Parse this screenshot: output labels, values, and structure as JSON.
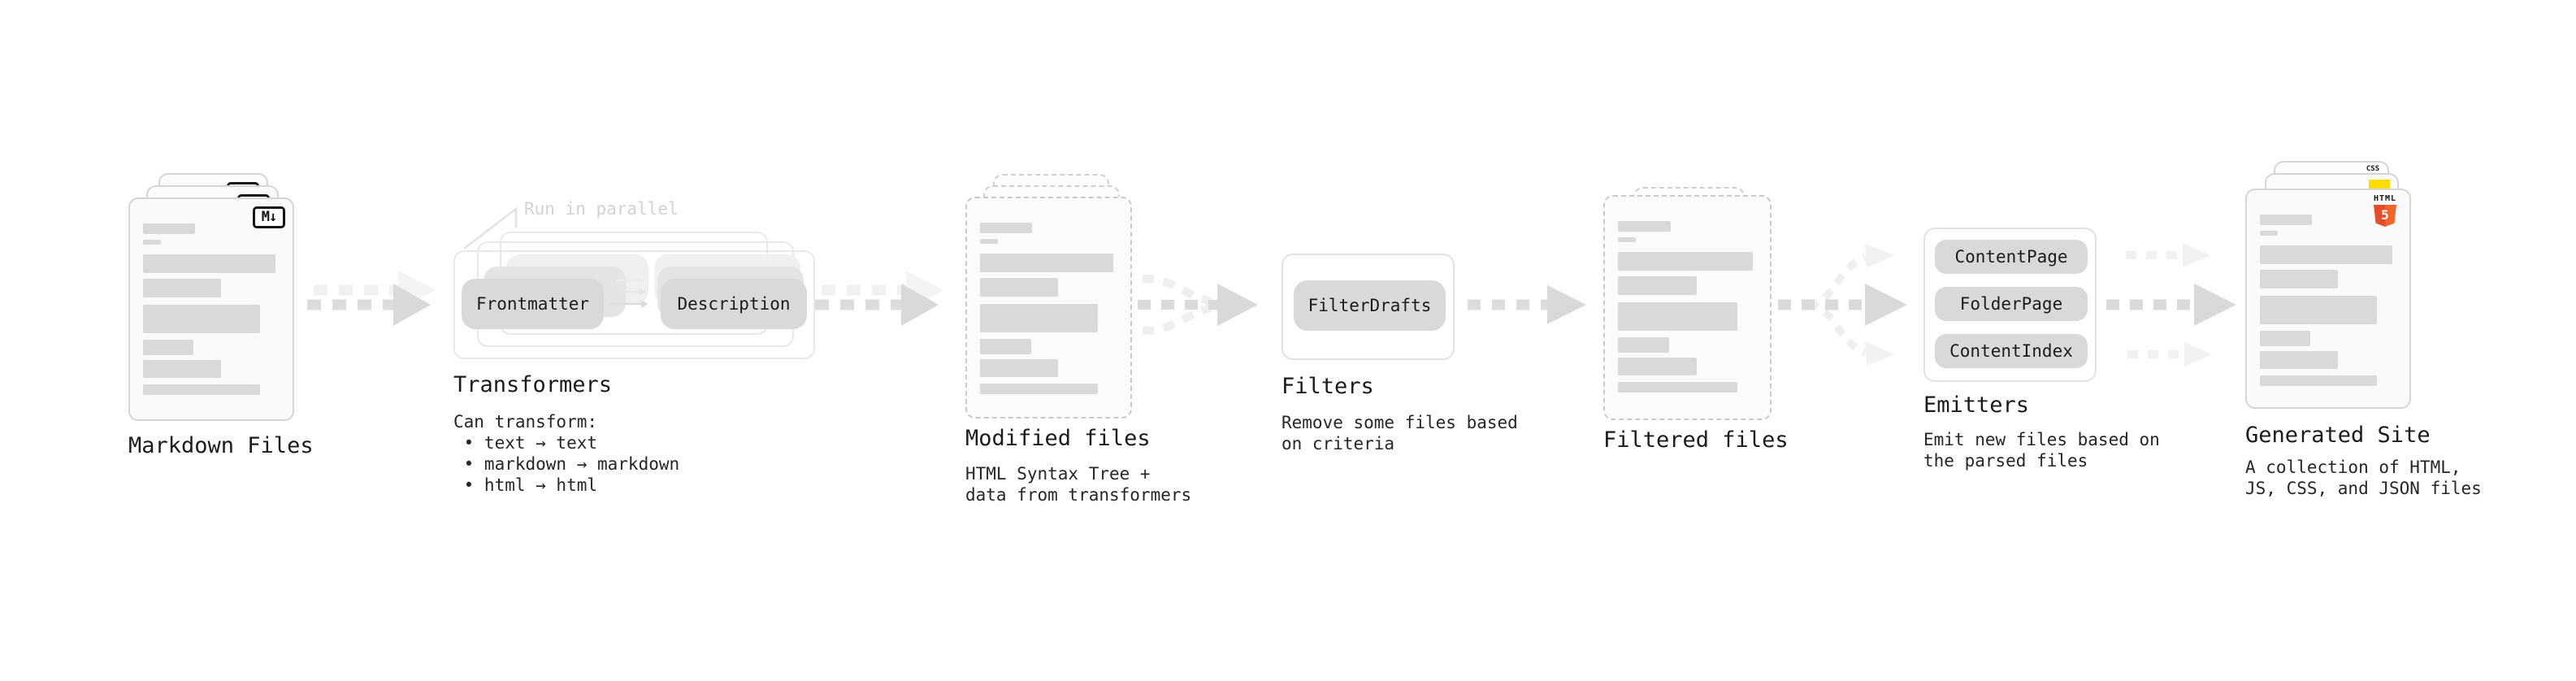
{
  "diagram": {
    "markdown_files": {
      "label": "Markdown Files",
      "file_icon": "M↓"
    },
    "transformers": {
      "parallel_note": "Run in parallel",
      "input_box": "Frontmatter",
      "output_box": "Description",
      "heading": "Transformers",
      "description_lines": {
        "0": "Can transform:",
        "1": " • text → text",
        "2": " • markdown → markdown",
        "3": " • html → html"
      }
    },
    "modified_files": {
      "heading": "Modified files",
      "description_lines": {
        "0": "HTML Syntax Tree +",
        "1": "data from transformers"
      }
    },
    "filters": {
      "filter_box": "FilterDrafts",
      "heading": "Filters",
      "description_lines": {
        "0": "Remove some files based",
        "1": "on criteria"
      }
    },
    "filtered_files": {
      "heading": "Filtered files"
    },
    "emitters": {
      "emitter_boxes": {
        "0": "ContentPage",
        "1": "FolderPage",
        "2": "ContentIndex"
      },
      "heading": "Emitters",
      "description_lines": {
        "0": "Emit new files based on",
        "1": "the parsed files"
      }
    },
    "generated_site": {
      "heading": "Generated Site",
      "description_lines": {
        "0": "A collection of HTML,",
        "1": "JS, CSS, and JSON files"
      },
      "html5_badge_top": "HTML",
      "html5_badge_number": "5",
      "css_badge": "CSS"
    },
    "colors": {
      "card_border": "#d5d5d5",
      "placeholder_bar": "#d9d9d9",
      "arrow_main": "#d9d9d9",
      "arrow_ghost": "#f1f1f1",
      "html5_orange": "#e44d26",
      "js_yellow": "#ffdd00",
      "css_blue": "#2862e9"
    }
  }
}
